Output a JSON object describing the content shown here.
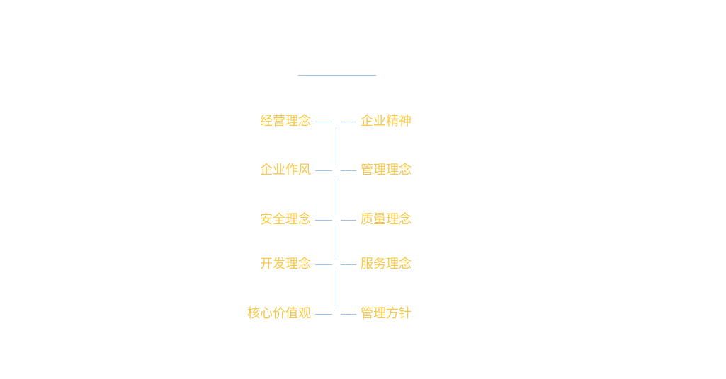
{
  "diagram": {
    "rows": [
      {
        "left": "经营理念",
        "right": "企业精神"
      },
      {
        "left": "企业作风",
        "right": "管理理念"
      },
      {
        "left": "安全理念",
        "right": "质量理念"
      },
      {
        "left": "开发理念",
        "right": "服务理念"
      },
      {
        "left": "核心价值观",
        "right": "管理方针"
      }
    ]
  },
  "colors": {
    "label": "#f7c948",
    "line": "#9cc3ea"
  }
}
